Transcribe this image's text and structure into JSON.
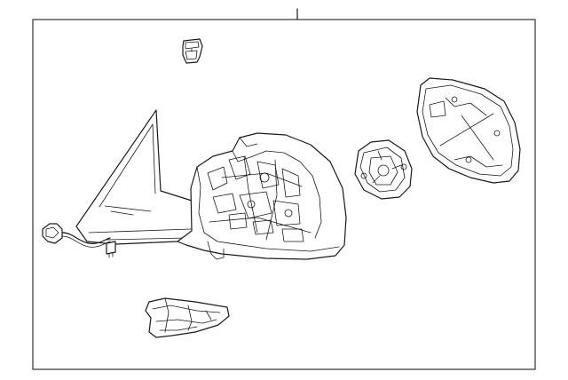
{
  "diagram": {
    "background": "#ffffff",
    "line_color": "#1a1a1a",
    "frame_color": "#333333",
    "parts": [
      {
        "name": "clip-part"
      },
      {
        "name": "mirror-housing-assembly"
      },
      {
        "name": "wiring-connector"
      },
      {
        "name": "mirror-motor"
      },
      {
        "name": "mirror-glass"
      },
      {
        "name": "turn-signal-lamp"
      }
    ]
  }
}
